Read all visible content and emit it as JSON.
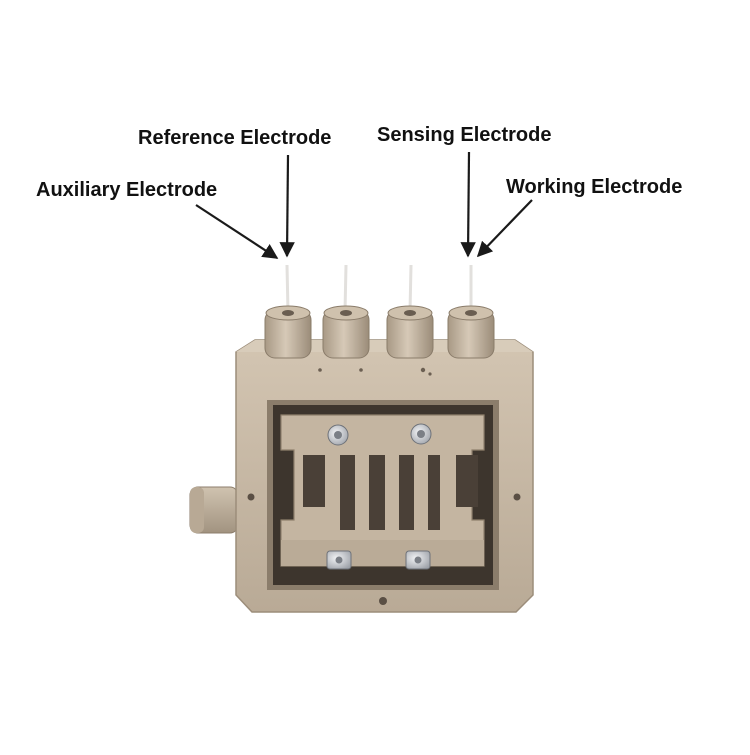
{
  "labels": {
    "reference": "Reference Electrode",
    "sensing": "Sensing Electrode",
    "auxiliary": "Auxiliary Electrode",
    "working": "Working Electrode"
  },
  "colors": {
    "body": "#c7b8a5",
    "body_shade": "#a99a87",
    "body_dark": "#6f6253",
    "window_dark": "#3a332c",
    "wire": "#e8e6e3",
    "arrow": "#1a1a1a",
    "screw": "#d9dade"
  }
}
